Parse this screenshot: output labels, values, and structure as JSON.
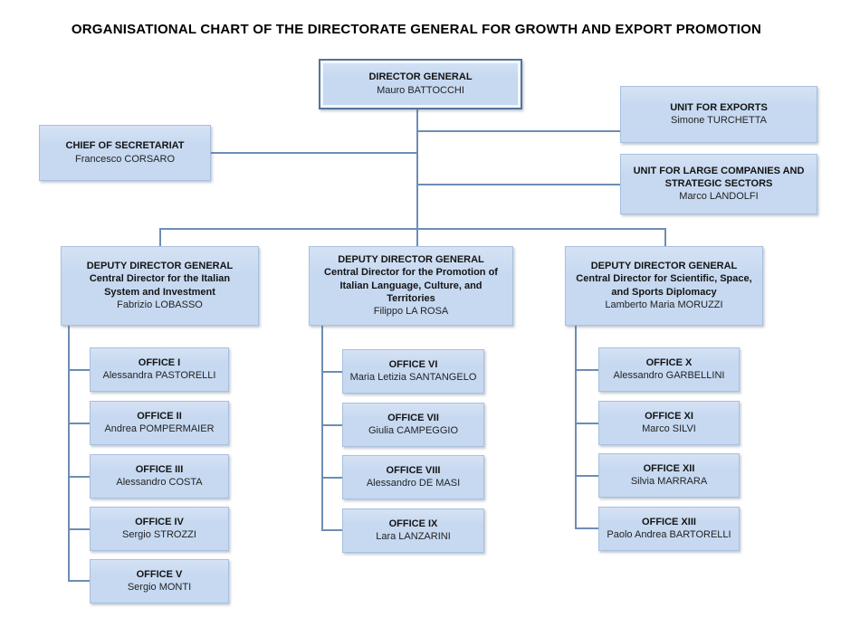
{
  "title": "ORGANISATIONAL CHART OF THE DIRECTORATE GENERAL FOR GROWTH AND EXPORT PROMOTION",
  "colors": {
    "box_fill": "#c6d9f1",
    "box_border": "#a7c0de",
    "dg_border": "#54749c",
    "connector": "#6d8db4",
    "text": "#141414"
  },
  "nodes": {
    "director_general": {
      "title": "DIRECTOR GENERAL",
      "name": "Mauro BATTOCCHI"
    },
    "chief_of_secretariat": {
      "title": "CHIEF OF SECRETARIAT",
      "name": "Francesco CORSARO"
    },
    "unit_for_exports": {
      "title": "UNIT FOR EXPORTS",
      "name": "Simone TURCHETTA"
    },
    "unit_for_large_companies": {
      "title": "UNIT FOR LARGE COMPANIES AND STRATEGIC SECTORS",
      "name": "Marco LANDOLFI"
    },
    "deputy_1": {
      "title": "DEPUTY DIRECTOR GENERAL",
      "subtitle": "Central Director for the Italian System and Investment",
      "name": "Fabrizio LOBASSO"
    },
    "deputy_2": {
      "title": "DEPUTY DIRECTOR GENERAL",
      "subtitle": "Central Director for the Promotion of Italian Language, Culture, and Territories",
      "name": "Filippo LA ROSA"
    },
    "deputy_3": {
      "title": "DEPUTY DIRECTOR GENERAL",
      "subtitle": "Central Director for Scientific, Space, and Sports Diplomacy",
      "name": "Lamberto Maria MORUZZI"
    }
  },
  "offices": {
    "col1": [
      {
        "label": "OFFICE I",
        "name": "Alessandra PASTORELLI"
      },
      {
        "label": "OFFICE II",
        "name": "Andrea POMPERMAIER"
      },
      {
        "label": "OFFICE III",
        "name": "Alessandro COSTA"
      },
      {
        "label": "OFFICE IV",
        "name": "Sergio STROZZI"
      },
      {
        "label": "OFFICE V",
        "name": "Sergio MONTI"
      }
    ],
    "col2": [
      {
        "label": "OFFICE VI",
        "name": "Maria Letizia SANTANGELO"
      },
      {
        "label": "OFFICE VII",
        "name": "Giulia CAMPEGGIO"
      },
      {
        "label": "OFFICE VIII",
        "name": "Alessandro DE MASI"
      },
      {
        "label": "OFFICE IX",
        "name": "Lara LANZARINI"
      }
    ],
    "col3": [
      {
        "label": "OFFICE X",
        "name": "Alessandro GARBELLINI"
      },
      {
        "label": "OFFICE XI",
        "name": "Marco SILVI"
      },
      {
        "label": "OFFICE XII",
        "name": "Silvia MARRARA"
      },
      {
        "label": "OFFICE XIII",
        "name": "Paolo Andrea BARTORELLI"
      }
    ]
  }
}
